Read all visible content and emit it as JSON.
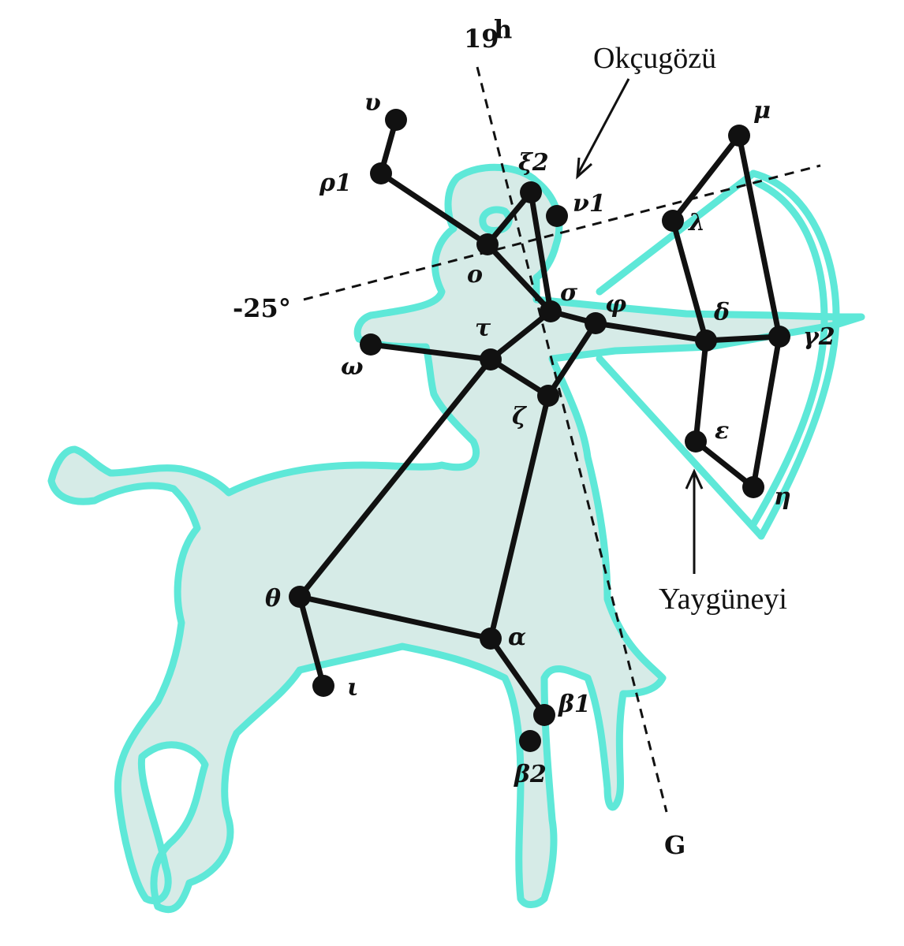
{
  "figure": {
    "ra_line_label": "19",
    "ra_line_sup": "h",
    "dec_line_label": "-25°",
    "galactic_label": "G",
    "callouts": [
      {
        "id": "okcugozu",
        "label": "Okçugözü"
      },
      {
        "id": "yayguneyi",
        "label": "Yaygüneyi"
      }
    ],
    "colors": {
      "figure_fill": "#d6ebe7",
      "figure_outline": "#5ee8d8",
      "stick_lines": "#111111",
      "stars": "#111111",
      "guide_lines": "#111111"
    }
  },
  "stars": [
    {
      "id": "upsilon",
      "label": "υ"
    },
    {
      "id": "rho1",
      "label": "ρ1"
    },
    {
      "id": "xi2",
      "label": "ξ2"
    },
    {
      "id": "nu1",
      "label": "ν1"
    },
    {
      "id": "omicron",
      "label": "ο"
    },
    {
      "id": "sigma",
      "label": "σ"
    },
    {
      "id": "phi",
      "label": "φ"
    },
    {
      "id": "tau",
      "label": "τ"
    },
    {
      "id": "omega",
      "label": "ω"
    },
    {
      "id": "zeta",
      "label": "ζ"
    },
    {
      "id": "mu",
      "label": "μ"
    },
    {
      "id": "lambda",
      "label": "λ"
    },
    {
      "id": "delta",
      "label": "δ"
    },
    {
      "id": "gamma2",
      "label": "γ2"
    },
    {
      "id": "epsilon",
      "label": "ε"
    },
    {
      "id": "eta",
      "label": "η"
    },
    {
      "id": "theta",
      "label": "θ"
    },
    {
      "id": "alpha",
      "label": "α"
    },
    {
      "id": "iota",
      "label": "ι"
    },
    {
      "id": "beta1",
      "label": "β1"
    },
    {
      "id": "beta2",
      "label": "β2"
    }
  ],
  "connections": [
    [
      "upsilon",
      "rho1"
    ],
    [
      "rho1",
      "omicron"
    ],
    [
      "omicron",
      "xi2"
    ],
    [
      "xi2",
      "sigma"
    ],
    [
      "omicron",
      "sigma"
    ],
    [
      "sigma",
      "phi"
    ],
    [
      "sigma",
      "tau"
    ],
    [
      "omega",
      "tau"
    ],
    [
      "tau",
      "zeta"
    ],
    [
      "phi",
      "zeta"
    ],
    [
      "phi",
      "delta"
    ],
    [
      "delta",
      "gamma2"
    ],
    [
      "lambda",
      "mu"
    ],
    [
      "lambda",
      "delta"
    ],
    [
      "mu",
      "gamma2"
    ],
    [
      "delta",
      "epsilon"
    ],
    [
      "epsilon",
      "eta"
    ],
    [
      "gamma2",
      "eta"
    ],
    [
      "tau",
      "theta"
    ],
    [
      "zeta",
      "alpha"
    ],
    [
      "theta",
      "alpha"
    ],
    [
      "theta",
      "iota"
    ],
    [
      "alpha",
      "beta1"
    ]
  ]
}
